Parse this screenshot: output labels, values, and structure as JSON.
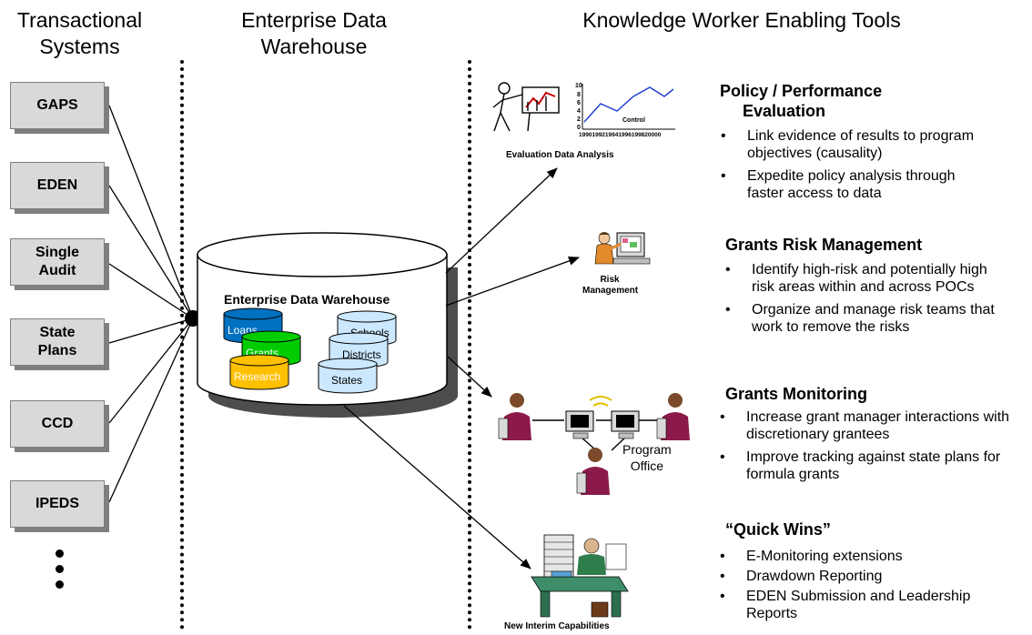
{
  "headers": {
    "col1": "Transactional\nSystems",
    "col2": "Enterprise Data\nWarehouse",
    "col3": "Knowledge Worker Enabling Tools"
  },
  "systems": [
    "GAPS",
    "EDEN",
    "Single\nAudit",
    "State\nPlans",
    "CCD",
    "IPEDS"
  ],
  "warehouse": {
    "title": "Enterprise Data Warehouse",
    "left_stores": [
      {
        "label": "Loans",
        "color": "#0070c0"
      },
      {
        "label": "Grants",
        "color": "#00cc00"
      },
      {
        "label": "Research",
        "color": "#ffc000"
      }
    ],
    "right_stores": [
      {
        "label": "Schools",
        "color": "#cce8ff"
      },
      {
        "label": "Districts",
        "color": "#cce8ff"
      },
      {
        "label": "States",
        "color": "#cce8ff"
      }
    ]
  },
  "tools": {
    "evaluation": "Evaluation Data Analysis",
    "risk": "Risk\nManagement",
    "program_office": "Program\nOffice",
    "interim": "New Interim  Capabilities"
  },
  "mini_chart": {
    "y_ticks": [
      "10",
      "8",
      "6",
      "4",
      "2",
      "0"
    ],
    "x_label": "1990199219941996199820000",
    "series_label": "Control"
  },
  "sections": [
    {
      "title": "Policy / Performance\n     Evaluation",
      "bullets": [
        "Link evidence of results to program objectives (causality)",
        "Expedite policy analysis through faster access to data"
      ]
    },
    {
      "title": "Grants Risk Management",
      "bullets": [
        "Identify high-risk and potentially high risk areas within and across POCs",
        "Organize and manage risk teams that work to remove the risks"
      ]
    },
    {
      "title": "Grants Monitoring",
      "bullets": [
        "Increase grant manager interactions with discretionary grantees",
        "Improve tracking against state plans for formula grants"
      ]
    },
    {
      "title": "“Quick Wins”",
      "bullets": [
        "E-Monitoring extensions",
        "Drawdown Reporting",
        "EDEN Submission and Leadership Reports"
      ]
    }
  ]
}
